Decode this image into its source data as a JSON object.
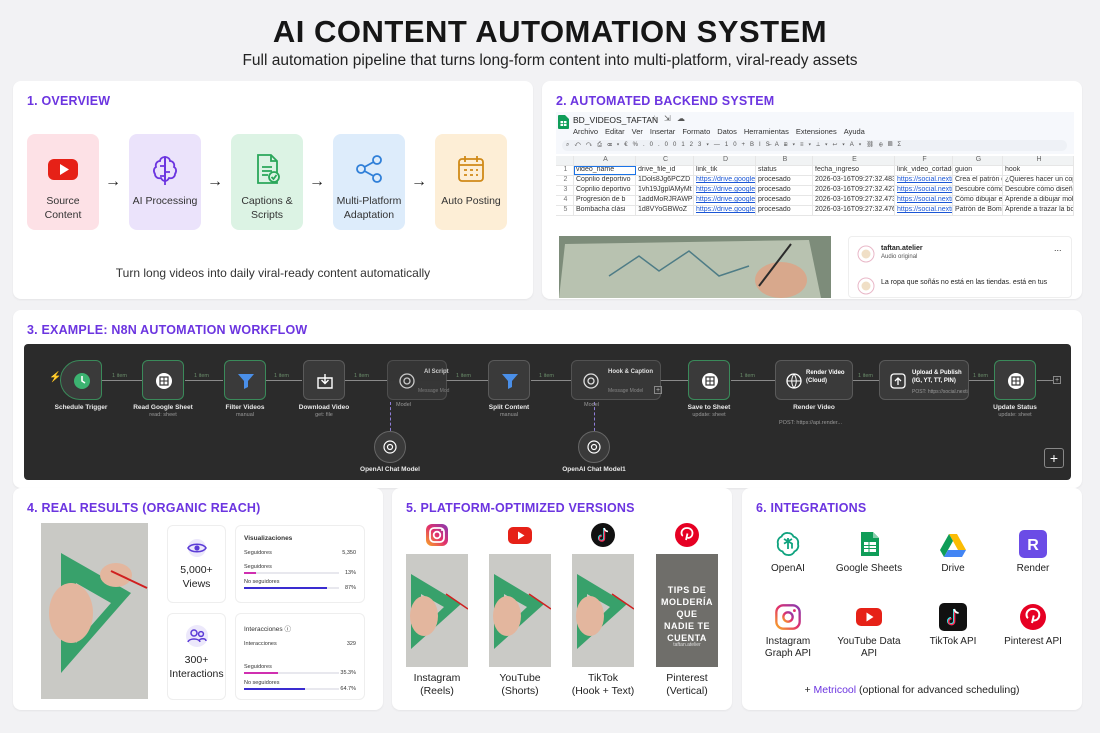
{
  "header": {
    "title": "AI CONTENT AUTOMATION SYSTEM",
    "subtitle": "Full automation pipeline that turns long-form content into multi-platform, viral-ready assets"
  },
  "overview": {
    "title": "1. OVERVIEW",
    "steps": [
      {
        "label": "Source Content",
        "icon": "youtube-icon",
        "color": "#fde1e6"
      },
      {
        "label": "AI Processing",
        "icon": "brain-icon",
        "color": "#ebe3fb"
      },
      {
        "label": "Captions & Scripts",
        "icon": "document-icon",
        "color": "#dcf3e4"
      },
      {
        "label": "Multi-Platform Adaptation",
        "icon": "share-icon",
        "color": "#ddecfb"
      },
      {
        "label": "Auto Posting",
        "icon": "calendar-icon",
        "color": "#fdeed6"
      }
    ],
    "footer": "Turn long videos into daily viral-ready content automatically"
  },
  "backend": {
    "title": "2. AUTOMATED BACKEND SYSTEM",
    "sheet": {
      "doc_title": "BD_VIDEOS_TAFTAN",
      "menu": [
        "Archivo",
        "Editar",
        "Ver",
        "Insertar",
        "Formato",
        "Datos",
        "Herramientas",
        "Extensiones",
        "Ayuda"
      ],
      "col_letters": [
        "",
        "A",
        "C",
        "D",
        "B",
        "E",
        "F",
        "G",
        "H"
      ],
      "headers": [
        "1",
        "video_name",
        "drive_file_id",
        "link_tik",
        "status",
        "fecha_ingreso",
        "link_video_cortado",
        "guion",
        "hook"
      ],
      "rows": [
        [
          "2",
          "Coprilio deportivo",
          "1Dols8Jg6PCZD",
          "https://drive.google",
          "procesado",
          "2026-03-16T09:27:32.483",
          "https://social.nextia",
          "Crea el patrón d",
          "¿Quieres hacer un copri"
        ],
        [
          "3",
          "Coprilio deportivo",
          "1vh19JgplAMyMt",
          "https://drive.google",
          "procesado",
          "2026-03-16T09:27:32.427",
          "https://social.nextia",
          "Descubre cómo diseñar",
          "Descubre cómo diseñar"
        ],
        [
          "4",
          "Progresión de b",
          "1addMoRJRAWP",
          "https://drive.google",
          "procesado",
          "2026-03-16T09:27:32.473",
          "https://social.nextia",
          "Cómo dibujar el",
          "Aprende a dibujar molde"
        ],
        [
          "5",
          "Bombacha clási",
          "1d8VYoGBWoZ",
          "https://drive.google",
          "procesado",
          "2026-03-16T09:27:32.476",
          "https://social.nextia",
          "Patrón de Bomb",
          "Aprende a trazar la bom"
        ]
      ]
    },
    "post": {
      "user": "taftan.atelier",
      "audio": "Audio original",
      "caption": "La ropa que soñás no está en las tiendas. está en tus",
      "more": "..."
    }
  },
  "workflow": {
    "title": "3. EXAMPLE: N8N AUTOMATION WORKFLOW",
    "nodes": [
      {
        "label": "Schedule Trigger",
        "sub": ""
      },
      {
        "label": "Read Google Sheet",
        "sub": "read: sheet"
      },
      {
        "label": "Filter Videos",
        "sub": "manual"
      },
      {
        "label": "Download Video",
        "sub": "get: file"
      },
      {
        "label": "AI Script",
        "sub": "Message Mod"
      },
      {
        "label": "Split Content",
        "sub": "manual"
      },
      {
        "label": "Hook & Caption",
        "sub": "Message Model"
      },
      {
        "label": "Save to Sheet",
        "sub": "update: sheet"
      },
      {
        "label": "Render Video (Cloud)",
        "sub": "POST: https://api.render..."
      },
      {
        "label": "Upload & Publish (IG, YT, TT, PIN)",
        "sub": "POST: https://social.nextia..."
      },
      {
        "label": "Update Status",
        "sub": "update: sheet"
      }
    ],
    "node_labels_below": [
      "Render Video"
    ],
    "models": [
      {
        "label": "OpenAI Chat Model"
      },
      {
        "label": "OpenAI Chat Model1"
      }
    ],
    "edge_label": "1 item",
    "model_port": "Model",
    "add_symbol": "+"
  },
  "results": {
    "title": "4. REAL RESULTS (ORGANIC REACH)",
    "views": {
      "value": "5,000+",
      "label": "Views"
    },
    "interactions": {
      "value": "300+",
      "label": "Interactions"
    },
    "viz": {
      "title": "Visualizaciones",
      "followers_label": "Seguidores",
      "followers_value": "5,350",
      "seg_label": "Seguidores",
      "seg_pct": "13%",
      "seg_fill": 0.13,
      "noseg_label": "No seguidores",
      "noseg_pct": "87%",
      "noseg_fill": 0.87
    },
    "inter": {
      "title": "Interacciones ⓘ",
      "total_label": "Interacciones",
      "total_value": "329",
      "seg_label": "Seguidores",
      "seg_pct": "35.3%",
      "seg_fill": 0.353,
      "noseg_label": "No seguidores",
      "noseg_pct": "64.7%",
      "noseg_fill": 0.647
    }
  },
  "platforms": {
    "title": "5. PLATFORM-OPTIMIZED VERSIONS",
    "items": [
      {
        "name": "Instagram",
        "sub": "(Reels)",
        "icon": "instagram-icon"
      },
      {
        "name": "YouTube",
        "sub": "(Shorts)",
        "icon": "youtube-icon"
      },
      {
        "name": "TikTok",
        "sub": "(Hook + Text)",
        "icon": "tiktok-icon"
      },
      {
        "name": "Pinterest",
        "sub": "(Vertical)",
        "icon": "pinterest-icon"
      }
    ],
    "pin_text": "TIPS DE MOLDERÍA QUE NADIE TE CUENTA",
    "pin_small": "taftan.atelier"
  },
  "integrations": {
    "title": "6. INTEGRATIONS",
    "items": [
      {
        "name": "OpenAI",
        "icon": "openai-icon"
      },
      {
        "name": "Google Sheets",
        "icon": "google-sheets-icon"
      },
      {
        "name": "Drive",
        "icon": "google-drive-icon"
      },
      {
        "name": "Render",
        "icon": "render-icon"
      },
      {
        "name": "Instagram Graph API",
        "icon": "instagram-icon"
      },
      {
        "name": "YouTube Data API",
        "icon": "youtube-icon"
      },
      {
        "name": "TikTok API",
        "icon": "tiktok-icon"
      },
      {
        "name": "Pinterest API",
        "icon": "pinterest-icon"
      }
    ],
    "footer_prefix": "+ ",
    "footer_link": "Metricool",
    "footer_suffix": " (optional for advanced scheduling)"
  }
}
